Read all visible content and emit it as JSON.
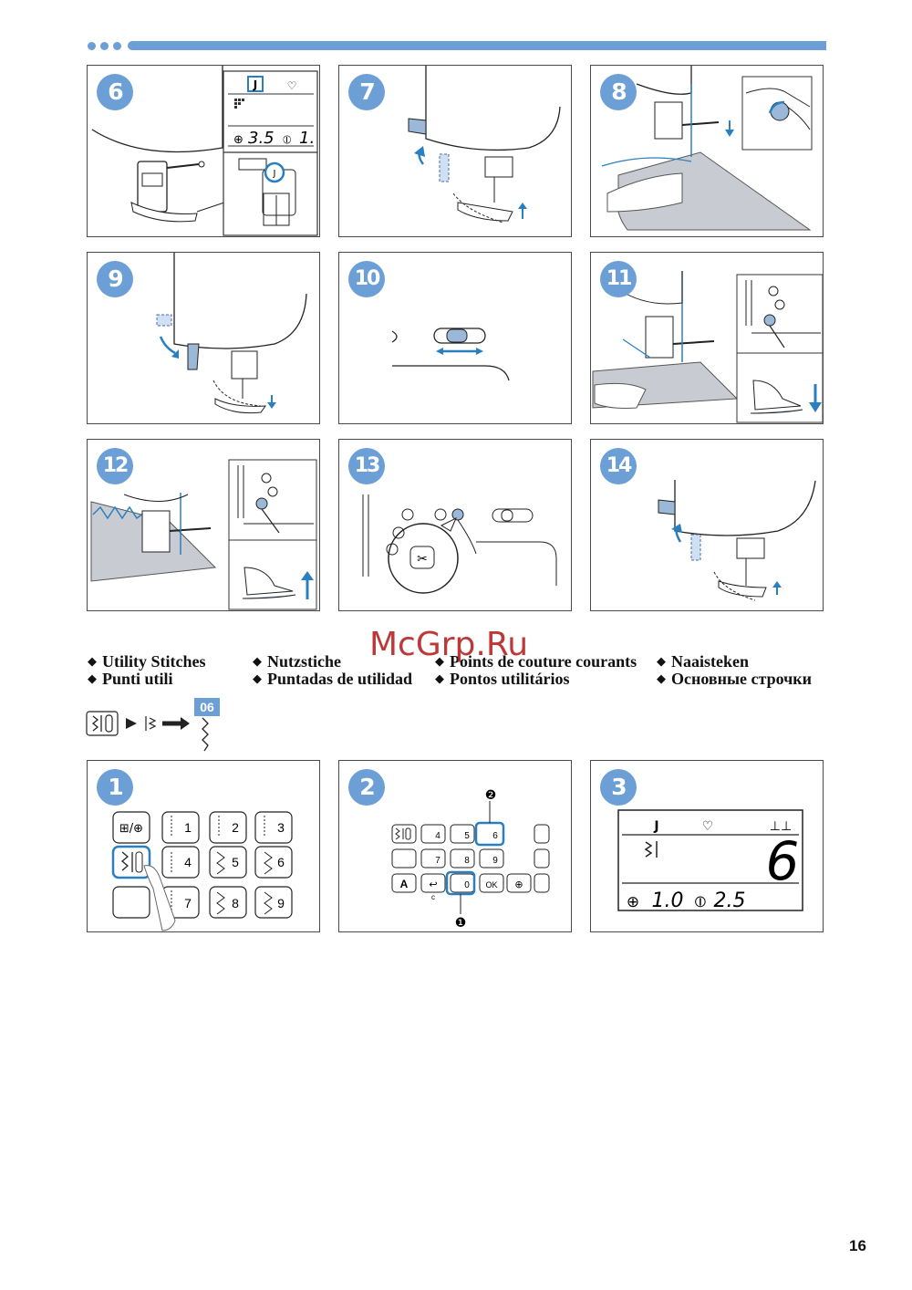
{
  "header": {
    "decoration": "three-dots-and-bar",
    "accent_color": "#6c9fd6"
  },
  "steps_top": [
    {
      "number": "6",
      "lcd": {
        "mode_letter": "J",
        "stitch_width": "3.5",
        "stitch_length": "1."
      }
    },
    {
      "number": "7"
    },
    {
      "number": "8"
    },
    {
      "number": "9"
    },
    {
      "number": "10"
    },
    {
      "number": "11"
    },
    {
      "number": "12"
    },
    {
      "number": "13"
    },
    {
      "number": "14"
    }
  ],
  "section": {
    "titles": [
      "Utility Stitches",
      "Nutzstiche",
      "Points de couture courants",
      "Naaisteken",
      "Punti utili",
      "Puntadas de utilidad",
      "Pontos utilitários",
      "Основные строчки"
    ],
    "stitch_number": "06"
  },
  "steps_bottom": [
    {
      "number": "1",
      "keys": [
        "1",
        "2",
        "3",
        "4",
        "5",
        "6",
        "7",
        "8",
        "9"
      ]
    },
    {
      "number": "2",
      "keys": [
        "4",
        "5",
        "6",
        "7",
        "8",
        "9",
        "0"
      ],
      "ok_label": "OK",
      "a_label": "A",
      "c_label": "c",
      "callouts": [
        "❶",
        "❷"
      ]
    },
    {
      "number": "3",
      "lcd": {
        "mode_letter": "J",
        "big_digit": "6",
        "stitch_width": "1.0",
        "stitch_length": "2.5"
      }
    }
  ],
  "watermark": "McGrp.Ru",
  "page_number": "16"
}
